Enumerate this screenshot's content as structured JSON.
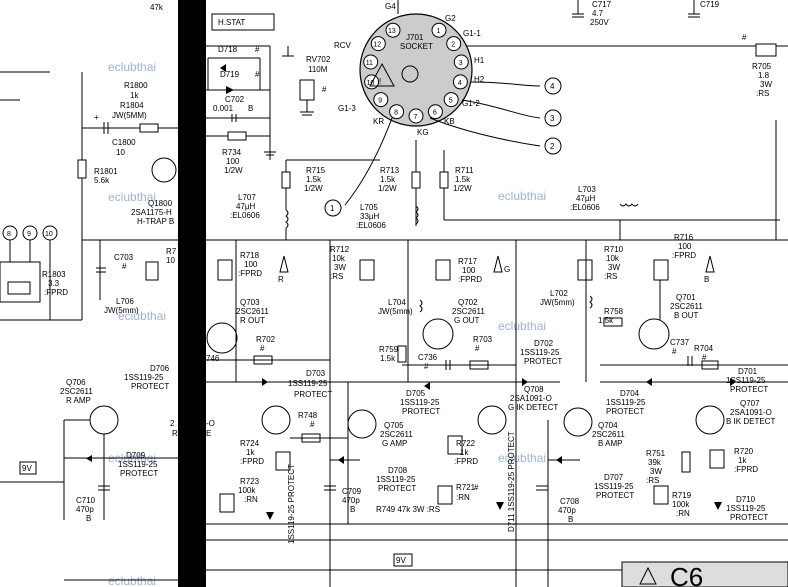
{
  "watermark": "eclubthai",
  "socket": {
    "title": "J701",
    "subtitle": "SOCKET",
    "pins": [
      "1",
      "2",
      "3",
      "4",
      "5",
      "6",
      "7",
      "8",
      "9",
      "10",
      "11",
      "12",
      "13"
    ],
    "pin_labels": [
      "G4",
      "G2",
      "G1-1",
      "H1",
      "H2",
      "G1-2",
      "KB",
      "KG",
      "KR",
      "G1-3",
      "RCV"
    ]
  },
  "hstat": "H.STAT",
  "arrows": [
    "1",
    "2",
    "3",
    "4"
  ],
  "left_connector_pins": [
    "8",
    "9",
    "10"
  ],
  "labels": {
    "top_left_val": "47k",
    "r1800": [
      "R1800",
      "1k"
    ],
    "r1804": [
      "R1804",
      "JW(5MM)"
    ],
    "c1800": [
      "C1800",
      "10"
    ],
    "r1801": [
      "R1801",
      "5.6k"
    ],
    "q1800": [
      "Q1800",
      "2SA1175-H",
      "H-TRAP B"
    ],
    "r1803": [
      "R1803",
      "3.3",
      ":FPRD"
    ],
    "d718": [
      "D718",
      "#"
    ],
    "d719": [
      "D719",
      "#"
    ],
    "c702": [
      "C702",
      "0.001",
      "B"
    ],
    "r734": [
      "R734",
      "100",
      "1/2W"
    ],
    "rv702": [
      "RV702",
      "110M"
    ],
    "c717": [
      "C717",
      "4.7",
      "250V"
    ],
    "c719": [
      "C719",
      "#"
    ],
    "r705": [
      "R705",
      "1.8",
      "3W",
      ":RS"
    ],
    "r715": [
      "R715",
      "1.5k",
      "1/2W"
    ],
    "r713": [
      "R713",
      "1.5k",
      "1/2W"
    ],
    "r711": [
      "R711",
      "1.5k",
      "1/2W"
    ],
    "l707": [
      "L707",
      "47µH",
      ":EL0606"
    ],
    "l705": [
      "L705",
      "33µH",
      ":EL0606"
    ],
    "l703": [
      "L703",
      "47µH",
      ":EL0606"
    ],
    "c703": [
      "C703",
      "#"
    ],
    "r718": [
      "R718",
      "100",
      ":FPRD"
    ],
    "r712": [
      "R712",
      "10k",
      "3W",
      ":RS"
    ],
    "r717": [
      "R717",
      "100",
      ":FPRD"
    ],
    "r710": [
      "R710",
      "10k",
      "3W",
      ":RS"
    ],
    "r716": [
      "R716",
      "100",
      ":FPRD"
    ],
    "l706": [
      "L706",
      "JW(5mm)"
    ],
    "l704": [
      "L704",
      "JW(5mm)"
    ],
    "l702": [
      "L702",
      "JW(5mm)"
    ],
    "q703": [
      "Q703",
      "2SC2611",
      "R OUT"
    ],
    "q702": [
      "Q702",
      "2SC2611",
      "G OUT"
    ],
    "q701": [
      "Q701",
      "2SC2611",
      "B OUT"
    ],
    "r702": [
      "R702",
      "#"
    ],
    "r759": [
      "R759",
      "1.5k"
    ],
    "c736": [
      "C736",
      "#"
    ],
    "r703": [
      "R703",
      "#"
    ],
    "r758": [
      "R758",
      "1.5k"
    ],
    "c737": [
      "C737",
      "#"
    ],
    "r704": [
      "R704",
      "#"
    ],
    "d706": [
      "D706",
      "1SS119-25",
      "PROTECT"
    ],
    "d703": [
      "D703",
      "1SS119-25",
      "PROTECT"
    ],
    "d702": [
      "D702",
      "1SS119-25",
      "PROTECT"
    ],
    "d705": [
      "D705",
      "1SS119-25",
      "PROTECT"
    ],
    "d704": [
      "D704",
      "1SS119-25",
      "PROTECT"
    ],
    "d701": [
      "D701",
      "1SS119-25",
      "PROTECT"
    ],
    "q706": [
      "Q706",
      "2SC2611",
      "R AMP"
    ],
    "q708": [
      "Q708",
      "2SA1091-O",
      "G IK DETECT"
    ],
    "q707": [
      "Q707",
      "2SA1091-O",
      "B IK DETECT"
    ],
    "q705": [
      "Q705",
      "2SC2611",
      "G AMP"
    ],
    "q704": [
      "Q704",
      "2SC2611",
      "B AMP"
    ],
    "r748": [
      "R748",
      "#"
    ],
    "r724": [
      "R724",
      "1k",
      ":FPRD"
    ],
    "r722": [
      "R722",
      "1k",
      ":FPRD"
    ],
    "r751": [
      "R751",
      "39k",
      "3W",
      ":RS"
    ],
    "r720": [
      "R720",
      "1k",
      ":FPRD"
    ],
    "d709": [
      "D709",
      "1SS119-25",
      "PROTECT"
    ],
    "d708": [
      "D708",
      "1SS119-25",
      "PROTECT"
    ],
    "d707": [
      "D707",
      "1SS119-25",
      "PROTECT"
    ],
    "d712": "1SS119-25  PROTECT",
    "d711": "D711  1SS119-25  PROTECT",
    "r723": [
      "R723",
      "100k",
      ":RN"
    ],
    "r721": [
      "R721",
      "#",
      ":RN"
    ],
    "r719": [
      "R719",
      "100k",
      ":RN"
    ],
    "d710": [
      "D710",
      "1SS119-25",
      "PROTECT"
    ],
    "c709": [
      "C709",
      "470p",
      "B"
    ],
    "c710": [
      "C710",
      "470p",
      "B"
    ],
    "c708": [
      "C708",
      "470p",
      "B"
    ],
    "r749": "R749  47k  3W  :RS",
    "nine_v": "9V",
    "o_label": "-O",
    "r_label": "R",
    "r746": "746",
    "hash": "#",
    "c6": "C6",
    "rgb": [
      "R",
      "G",
      "B"
    ]
  },
  "colors": {
    "wire": "#000000",
    "watermark": "#9db4d8",
    "bar": "#000000"
  }
}
